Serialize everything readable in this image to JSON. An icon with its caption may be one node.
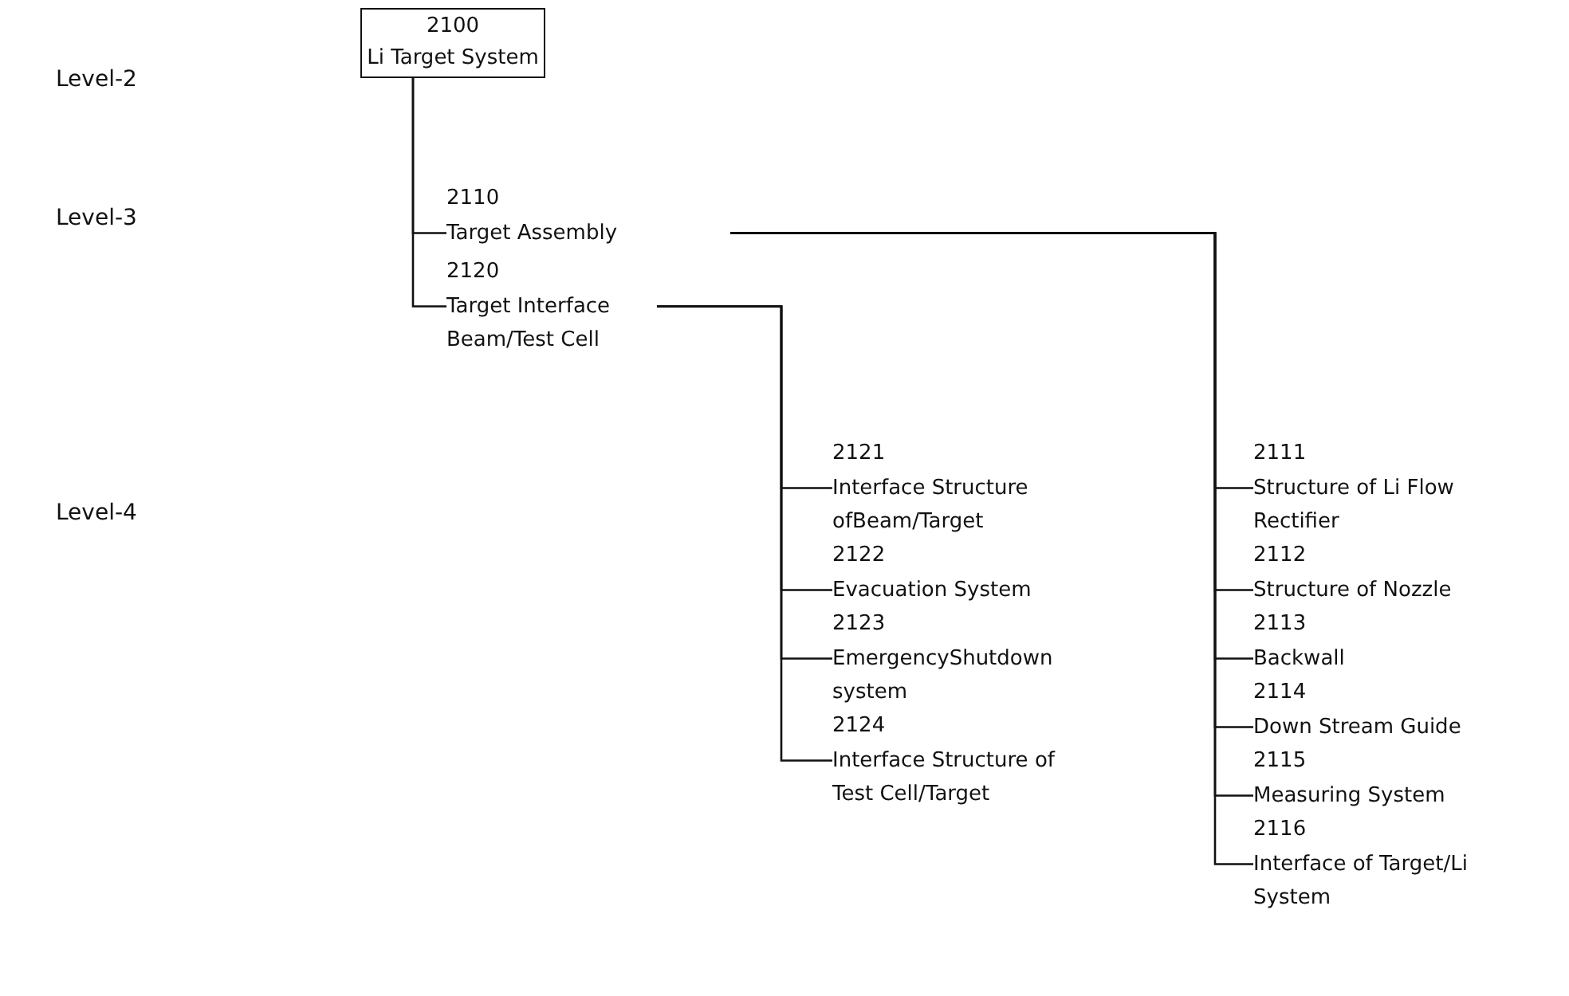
{
  "diagram": {
    "nodes": [
      {
        "text": [
          "2100",
          "Li Target System"
        ]
      },
      {
        "text": [
          "2110",
          "Target Assembly"
        ]
      },
      {
        "text": [
          "2120",
          "Target Interface Beam/Test Cell"
        ]
      },
      {
        "text": [
          "2121",
          "Interface Structure ofBeam/Target"
        ]
      },
      {
        "text": [
          "2122",
          "Evacuation System"
        ]
      },
      {
        "text": [
          "2123",
          "EmergencyShutdown system"
        ]
      },
      {
        "text": [
          "2124",
          "Interface Structure of Test Cell/Target"
        ]
      },
      {
        "text": [
          "2111",
          "Structure of Li Flow Rectifier"
        ]
      },
      {
        "text": [
          "2112",
          "Structure of Nozzle"
        ]
      },
      {
        "text": [
          "2113",
          "Backwall"
        ]
      },
      {
        "text": [
          "2114",
          "Down Stream Guide"
        ]
      },
      {
        "text": [
          "2115",
          "Measuring System"
        ]
      },
      {
        "text": [
          "2116",
          "Interface of Target/Li System"
        ]
      }
    ],
    "edges": [
      {
        "from": 0,
        "to": 1,
        "arrow": "none"
      },
      {
        "from": 0,
        "to": 2,
        "arrow": "none"
      },
      {
        "from": 2,
        "to": 3,
        "arrow": "none"
      },
      {
        "from": 2,
        "to": 4,
        "arrow": "none"
      },
      {
        "from": 2,
        "to": 5,
        "arrow": "none"
      },
      {
        "from": 2,
        "to": 6,
        "arrow": "none"
      },
      {
        "from": 1,
        "to": 7,
        "arrow": "none"
      },
      {
        "from": 1,
        "to": 8,
        "arrow": "none"
      },
      {
        "from": 1,
        "to": 9,
        "arrow": "none"
      },
      {
        "from": 1,
        "to": 10,
        "arrow": "none"
      },
      {
        "from": 1,
        "to": 11,
        "arrow": "none"
      },
      {
        "from": 1,
        "to": 12,
        "arrow": "none"
      }
    ],
    "labels": [
      "Level-2",
      "Level-3",
      "Level-4"
    ]
  }
}
